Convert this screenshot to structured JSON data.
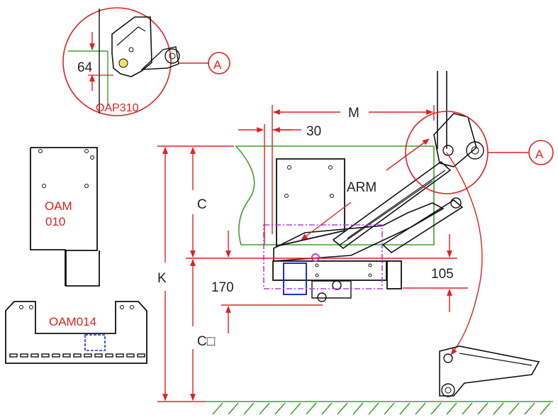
{
  "colors": {
    "red": "#e02020",
    "green": "#3fa02a",
    "blue": "#1a2fd0",
    "purple": "#b040e0",
    "black": "#111111"
  },
  "labels": {
    "m": "M",
    "d30": "30",
    "c": "C",
    "arm": "ARM",
    "k": "K",
    "d170": "170",
    "d105": "105",
    "c0": "C□",
    "d64": "64",
    "oap310": "OAP310",
    "oam010_line1": "OAM",
    "oam010_line2": "010",
    "oam014": "OAM014",
    "detail_a_top": "A",
    "detail_a_right": "A"
  }
}
